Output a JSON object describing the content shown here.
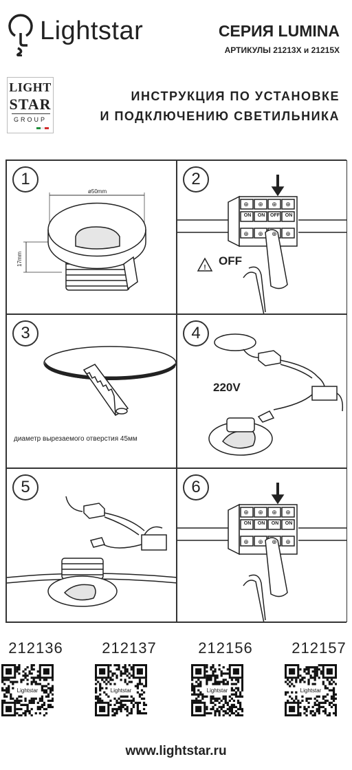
{
  "header": {
    "brand": "Lightstar",
    "series": "СЕРИЯ LUMINA",
    "articles": "АРТИКУЛЫ 21213X и 21215X",
    "logo_icon": "lightstar-bulb-logo-icon"
  },
  "group_logo": {
    "line1": "LIGHT",
    "line2": "STAR",
    "line3": "GROUP",
    "flag_colors": [
      "#1f8f3a",
      "#ffffff",
      "#d22b2b"
    ]
  },
  "instruction_title": {
    "line1": "ИНСТРУКЦИЯ ПО УСТАНОВКЕ",
    "line2": "И ПОДКЛЮЧЕНИЮ СВЕТИЛЬНИКА"
  },
  "steps": [
    {
      "number": "1",
      "diameter_label": "ø50mm",
      "height_label": "17mm"
    },
    {
      "number": "2",
      "switch_labels": [
        "ON",
        "ON",
        "OFF",
        "ON"
      ],
      "warning_text": "OFF",
      "warning_icon": "warning-triangle-icon"
    },
    {
      "number": "3",
      "caption": "диаметр вырезаемого отверстия 45мм"
    },
    {
      "number": "4",
      "voltage_label": "220V"
    },
    {
      "number": "5"
    },
    {
      "number": "6",
      "switch_labels": [
        "ON",
        "ON",
        "ON",
        "ON"
      ]
    }
  ],
  "codes": [
    "212136",
    "212137",
    "212156",
    "212157"
  ],
  "qr_caption": "Lightstar",
  "website": "www.lightstar.ru"
}
